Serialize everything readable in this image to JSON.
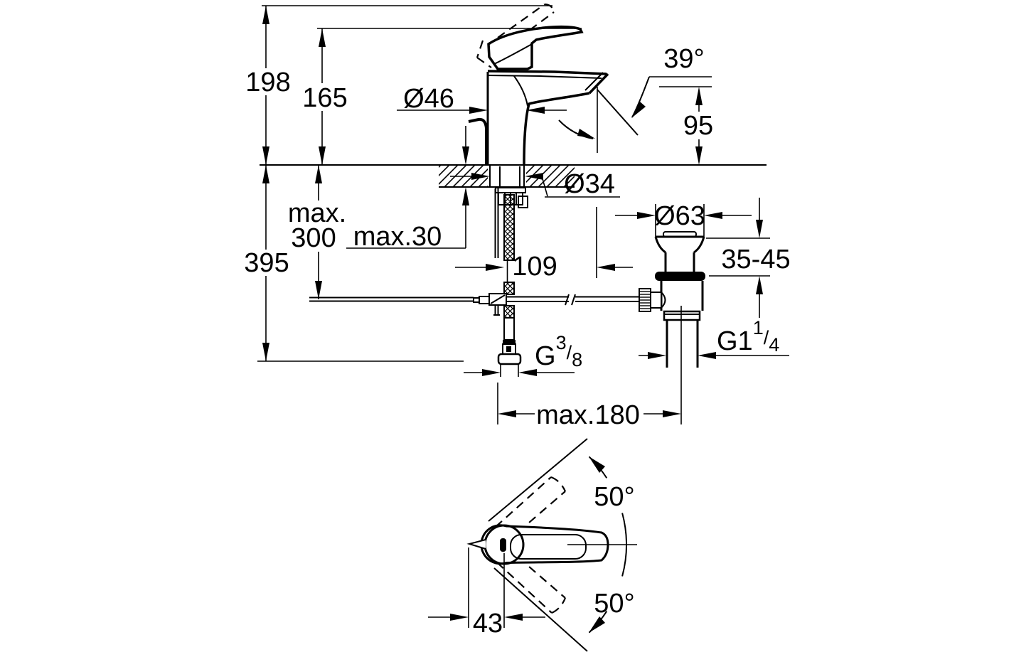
{
  "drawing": {
    "background": "#ffffff",
    "line_color": "#000000",
    "labels": {
      "height_total": "198",
      "height_deck_to_lever": "165",
      "body_diameter": "Ø46",
      "spout_angle": "39°",
      "spout_height": "95",
      "mounting_hole_diameter": "Ø34",
      "deck_thickness_max": "max.30",
      "supply_depth_max_line1": "max.",
      "supply_depth_max_line2": "300",
      "supply_length": "395",
      "spout_projection": "109",
      "waste_flange_diameter": "Ø63",
      "waste_deck_range": "35-45",
      "supply_thread": {
        "base": "G",
        "numerator": "3",
        "slash": "/",
        "denominator": "8"
      },
      "waste_thread": {
        "base": "G1",
        "numerator": "1",
        "slash": "/",
        "denominator": "4"
      },
      "rod_reach_max": "max.180",
      "handle_swing_upper": "50°",
      "handle_swing_lower": "50°",
      "handle_width": "43"
    }
  }
}
